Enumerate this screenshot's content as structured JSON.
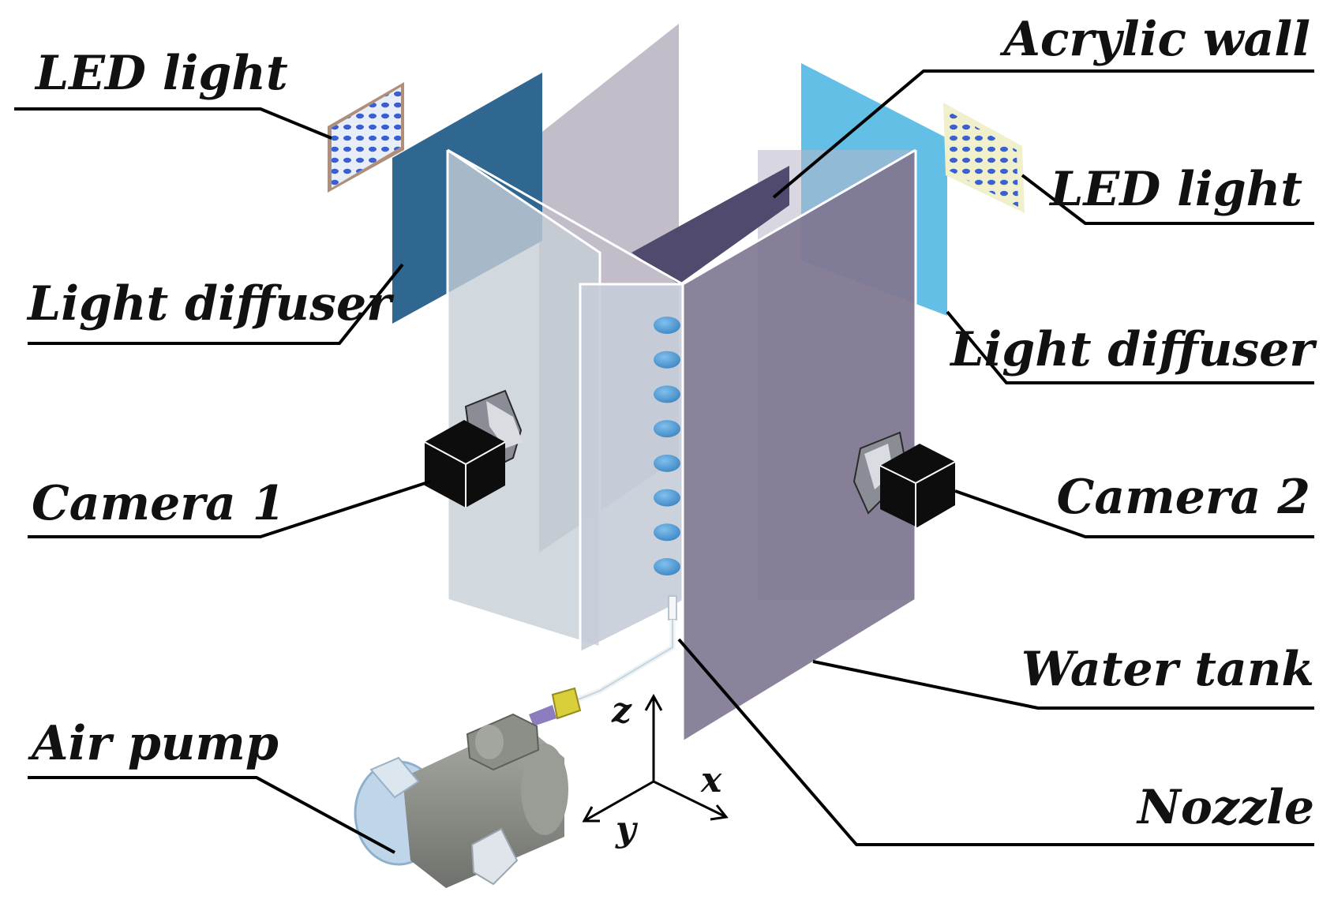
{
  "labels": {
    "led_light_left": "LED light",
    "led_light_right": "LED light",
    "acrylic_wall": "Acrylic wall",
    "light_diffuser_left": "Light diffuser",
    "light_diffuser_right": "Light diffuser",
    "camera_1": "Camera 1",
    "camera_2": "Camera 2",
    "water_tank": "Water tank",
    "nozzle": "Nozzle",
    "air_pump": "Air pump"
  },
  "axes": {
    "z": "z",
    "x": "x",
    "y": "y"
  },
  "colors": {
    "diffuser_left": "#2f6790",
    "diffuser_right": "#63bfe6",
    "wall_light": "#c5ced6",
    "wall_dark": "#7e7690",
    "bubble": "#4f97cc",
    "camera": "#0d0d0d",
    "pump_body": "#8c8e88"
  },
  "bubble_count": 8
}
